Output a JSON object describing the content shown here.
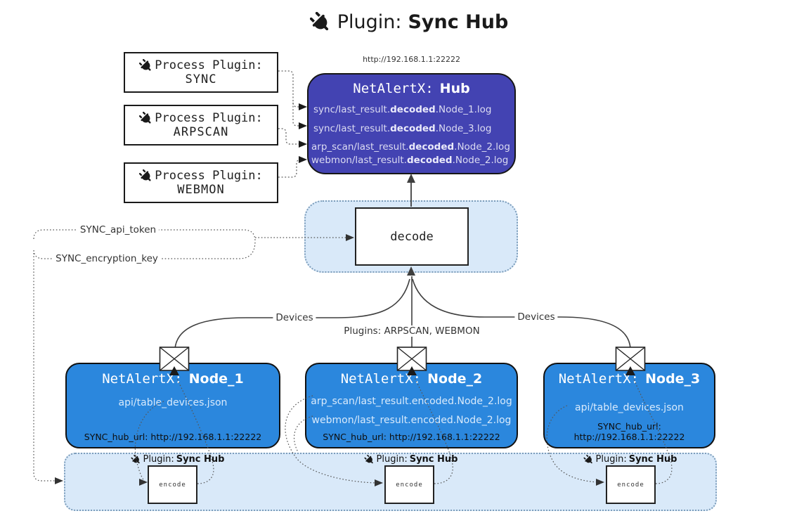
{
  "title": {
    "prefix": "Plugin:",
    "bold": "Sync Hub"
  },
  "process_plugins": [
    {
      "label": "Process Plugin:",
      "name": "SYNC"
    },
    {
      "label": "Process Plugin:",
      "name": "ARPSCAN"
    },
    {
      "label": "Process Plugin:",
      "name": "WEBMON"
    }
  ],
  "hub": {
    "url": "http://192.168.1.1:22222",
    "title_mono": "NetAlertX:",
    "title_bold": "Hub",
    "logs": [
      {
        "pre": "sync/last_result.",
        "bold": "decoded",
        "post": ".Node_1.log"
      },
      {
        "pre": "sync/last_result.",
        "bold": "decoded",
        "post": ".Node_3.log"
      },
      {
        "pre": "arp_scan/last_result.",
        "bold": "decoded",
        "post": ".Node_2.log"
      },
      {
        "pre": "webmon/last_result.",
        "bold": "decoded",
        "post": ".Node_2.log"
      }
    ]
  },
  "decode_label": "decode",
  "config": {
    "api_token": "SYNC_api_token",
    "encryption_key": "SYNC_encryption_key"
  },
  "edge_labels": {
    "devices_left": "Devices",
    "plugins_center": "Plugins: ARPSCAN, WEBMON",
    "devices_right": "Devices"
  },
  "nodes": [
    {
      "title_mono": "NetAlertX:",
      "title_bold": "Node_1",
      "files": [
        "api/table_devices.json"
      ],
      "hub_url": "SYNC_hub_url: http://192.168.1.1:22222"
    },
    {
      "title_mono": "NetAlertX:",
      "title_bold": "Node_2",
      "files": [
        "arp_scan/last_result.encoded.Node_2.log",
        "webmon/last_result.encoded.Node_2.log"
      ],
      "hub_url": "SYNC_hub_url: http://192.168.1.1:22222"
    },
    {
      "title_mono": "NetAlertX:",
      "title_bold": "Node_3",
      "files": [
        "api/table_devices.json"
      ],
      "hub_url": "SYNC_hub_url: http://192.168.1.1:22222"
    }
  ],
  "encoders": [
    {
      "label_prefix": "Plugin:",
      "label_bold": "Sync Hub",
      "box_label": "encode"
    },
    {
      "label_prefix": "Plugin:",
      "label_bold": "Sync Hub",
      "box_label": "encode"
    },
    {
      "label_prefix": "Plugin:",
      "label_bold": "Sync Hub",
      "box_label": "encode"
    }
  ],
  "colors": {
    "hub_fill": "#4343b2",
    "node_fill": "#2b87dd",
    "panel_fill": "#d9e9f9",
    "panel_border": "#7b9cba",
    "line": "#3f3f3f",
    "hub_text": "#dcdcf2",
    "node_text": "#d8eafc"
  }
}
